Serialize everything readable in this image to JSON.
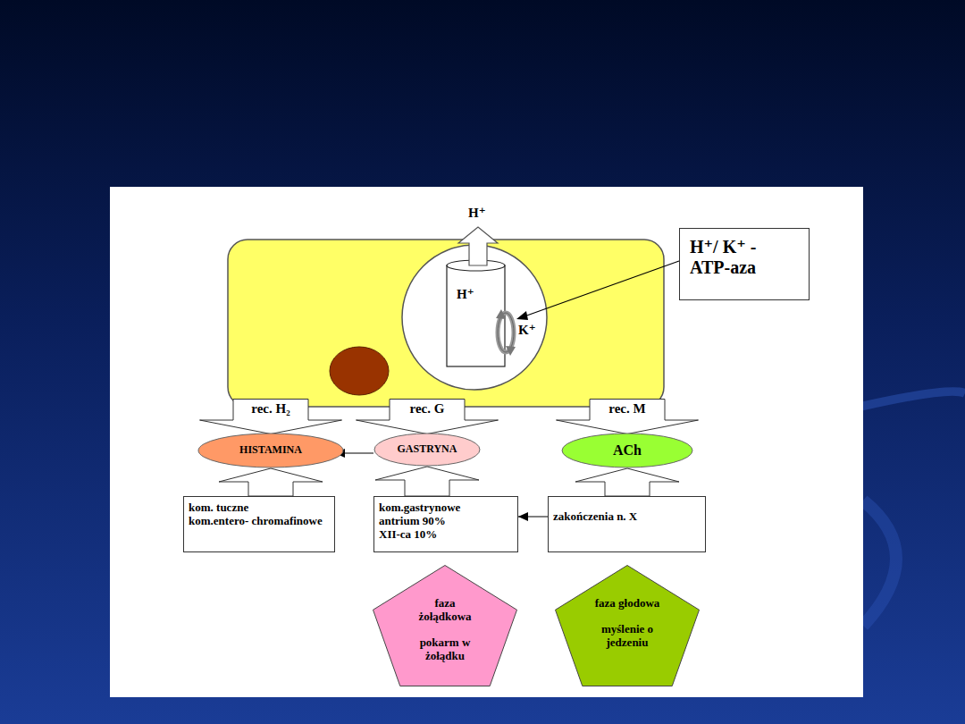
{
  "diagram": {
    "nodes": [
      {
        "text": [
          "H⁺/ K⁺ -ATP-aza"
        ]
      },
      {
        "text": [
          "rec. H₂"
        ]
      },
      {
        "text": [
          "rec. G"
        ]
      },
      {
        "text": [
          "rec. M"
        ]
      },
      {
        "text": [
          "HISTAMINA"
        ]
      },
      {
        "text": [
          "GASTRYNA"
        ]
      },
      {
        "text": [
          "ACh"
        ]
      },
      {
        "text": [
          "kom. tuczne",
          "kom.entero- chromafinowe"
        ]
      },
      {
        "text": [
          "kom.gastrynowe",
          "antrium 90%",
          "XII-ca 10%"
        ]
      },
      {
        "text": [
          "zakończenia n. X"
        ]
      },
      {
        "text": [
          "faza żołądkowa",
          "pokarm w żołądku"
        ]
      },
      {
        "text": [
          "faza głodowa",
          "myślenie o jedzeniu"
        ]
      }
    ],
    "edges": [
      {
        "from": 7,
        "to": 4,
        "arrow": "to"
      },
      {
        "from": 8,
        "to": 5,
        "arrow": "to"
      },
      {
        "from": 9,
        "to": 6,
        "arrow": "to"
      },
      {
        "from": 5,
        "to": 7,
        "arrow": "to"
      },
      {
        "from": 9,
        "to": 8,
        "arrow": "to"
      }
    ],
    "labels": [
      "H⁺",
      "H⁺",
      "K⁺"
    ]
  }
}
